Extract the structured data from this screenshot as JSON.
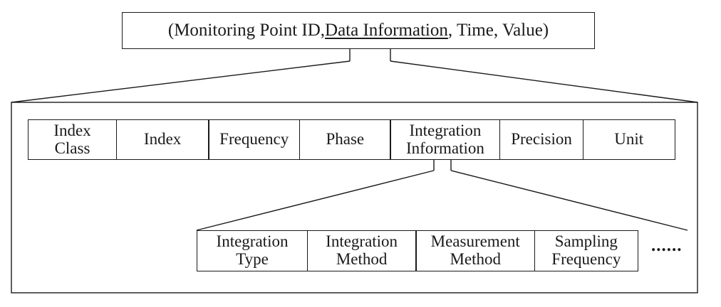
{
  "record": {
    "before": "(Monitoring Point ID, ",
    "underlined": "Data Information",
    "after": ", Time, Value)"
  },
  "data_information_fields": [
    "Index\nClass",
    "Index",
    "Frequency",
    "Phase",
    "Integration\nInformation",
    "Precision",
    "Unit"
  ],
  "integration_information_fields": [
    "Integration\nType",
    "Integration\nMethod",
    "Measurement\nMethod",
    "Sampling\nFrequency"
  ],
  "more_marker": "......"
}
